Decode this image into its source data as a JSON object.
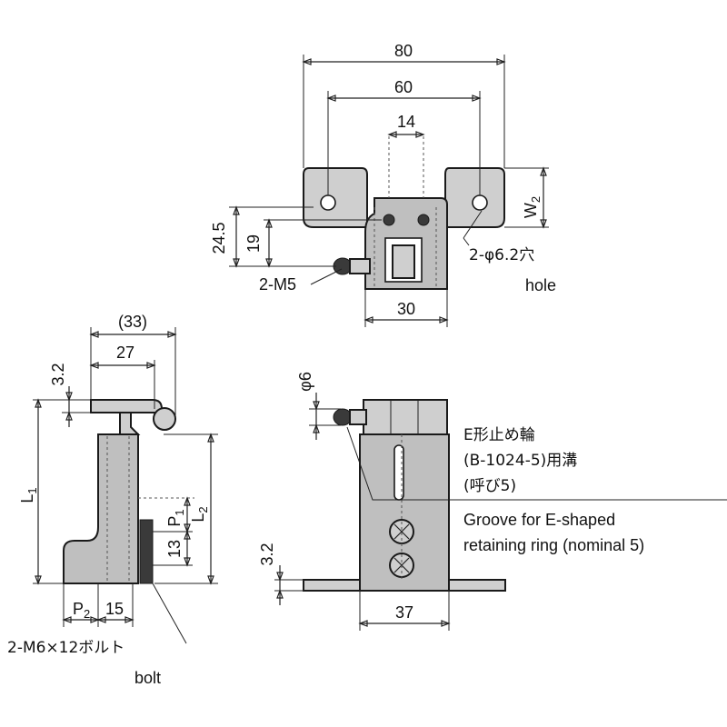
{
  "top_view": {
    "dim_width_overall": "80",
    "dim_hole_pitch": "60",
    "dim_center_width": "14",
    "dim_height_outer": "24.5",
    "dim_height_inner": "19",
    "dim_w2": "W",
    "dim_w2_sub": "2",
    "dim_body_width": "30",
    "callout_thread": "2-M5",
    "callout_hole": "2-φ6.2穴",
    "callout_hole_en": "hole"
  },
  "side_view": {
    "dim_overall_paren": "(33)",
    "dim_arm": "27",
    "dim_thickness": "3.2",
    "dim_l1": "L",
    "dim_l1_sub": "1",
    "dim_l2": "L",
    "dim_l2_sub": "2",
    "dim_p1": "P",
    "dim_p1_sub": "1",
    "dim_13": "13",
    "dim_p2": "P",
    "dim_p2_sub": "2",
    "dim_15": "15",
    "callout_bolt": "2-M6×12ボルト",
    "callout_bolt_en": "bolt"
  },
  "front_view": {
    "dim_pin": "φ6",
    "dim_thickness": "3.2",
    "dim_width": "37",
    "callout_groove_jp_1": "E形止め輪",
    "callout_groove_jp_2": "(B-1024-5)用溝",
    "callout_groove_jp_3": "(呼び5)",
    "callout_groove_en_1": "Groove for E-shaped",
    "callout_groove_en_2": "retaining ring (nominal 5)"
  }
}
